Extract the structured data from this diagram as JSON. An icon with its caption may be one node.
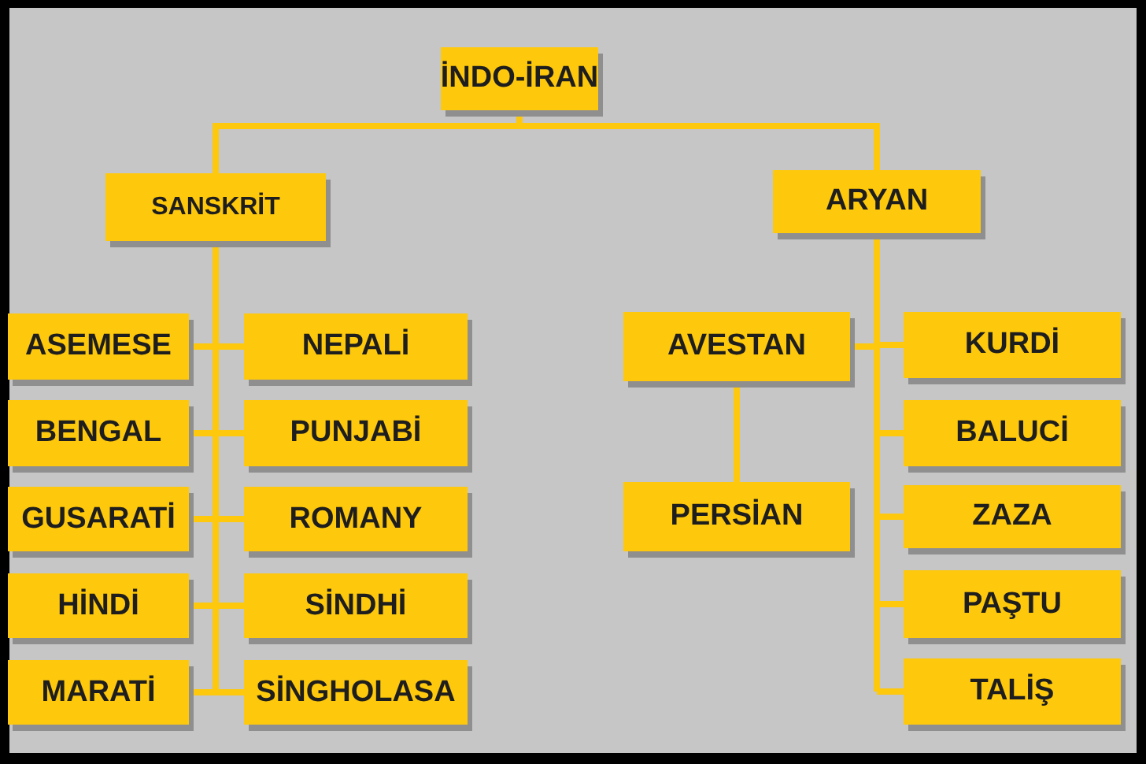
{
  "diagram": {
    "nodes": [
      {
        "text": [
          "İNDO-İRAN"
        ]
      },
      {
        "text": [
          "SANSKRİT"
        ]
      },
      {
        "text": [
          "ARYAN"
        ]
      },
      {
        "text": [
          "ASEMESE"
        ]
      },
      {
        "text": [
          "NEPALİ"
        ]
      },
      {
        "text": [
          "AVESTAN"
        ]
      },
      {
        "text": [
          "KURDİ"
        ]
      },
      {
        "text": [
          "BENGAL"
        ]
      },
      {
        "text": [
          "PUNJABİ"
        ]
      },
      {
        "text": [
          "BALUCİ"
        ]
      },
      {
        "text": [
          "GUSARATİ"
        ]
      },
      {
        "text": [
          "ROMANY"
        ]
      },
      {
        "text": [
          "PERSİAN"
        ]
      },
      {
        "text": [
          "ZAZA"
        ]
      },
      {
        "text": [
          "HİNDİ"
        ]
      },
      {
        "text": [
          "SİNDHİ"
        ]
      },
      {
        "text": [
          "PAŞTU"
        ]
      },
      {
        "text": [
          "MARATİ"
        ]
      },
      {
        "text": [
          "SİNGHOLASA"
        ]
      },
      {
        "text": [
          "TALİŞ"
        ]
      }
    ],
    "edges": [
      {
        "from": 0,
        "to": 1,
        "arrow": "none"
      },
      {
        "from": 0,
        "to": 2,
        "arrow": "none"
      },
      {
        "from": 1,
        "to": 3,
        "arrow": "none"
      },
      {
        "from": 1,
        "to": 4,
        "arrow": "none"
      },
      {
        "from": 1,
        "to": 7,
        "arrow": "none"
      },
      {
        "from": 1,
        "to": 8,
        "arrow": "none"
      },
      {
        "from": 1,
        "to": 10,
        "arrow": "none"
      },
      {
        "from": 1,
        "to": 11,
        "arrow": "none"
      },
      {
        "from": 1,
        "to": 14,
        "arrow": "none"
      },
      {
        "from": 1,
        "to": 15,
        "arrow": "none"
      },
      {
        "from": 1,
        "to": 17,
        "arrow": "none"
      },
      {
        "from": 1,
        "to": 18,
        "arrow": "none"
      },
      {
        "from": 2,
        "to": 5,
        "arrow": "none"
      },
      {
        "from": 2,
        "to": 6,
        "arrow": "none"
      },
      {
        "from": 2,
        "to": 9,
        "arrow": "none"
      },
      {
        "from": 2,
        "to": 13,
        "arrow": "none"
      },
      {
        "from": 2,
        "to": 16,
        "arrow": "none"
      },
      {
        "from": 2,
        "to": 19,
        "arrow": "none"
      },
      {
        "from": 5,
        "to": 12,
        "arrow": "none"
      }
    ]
  }
}
